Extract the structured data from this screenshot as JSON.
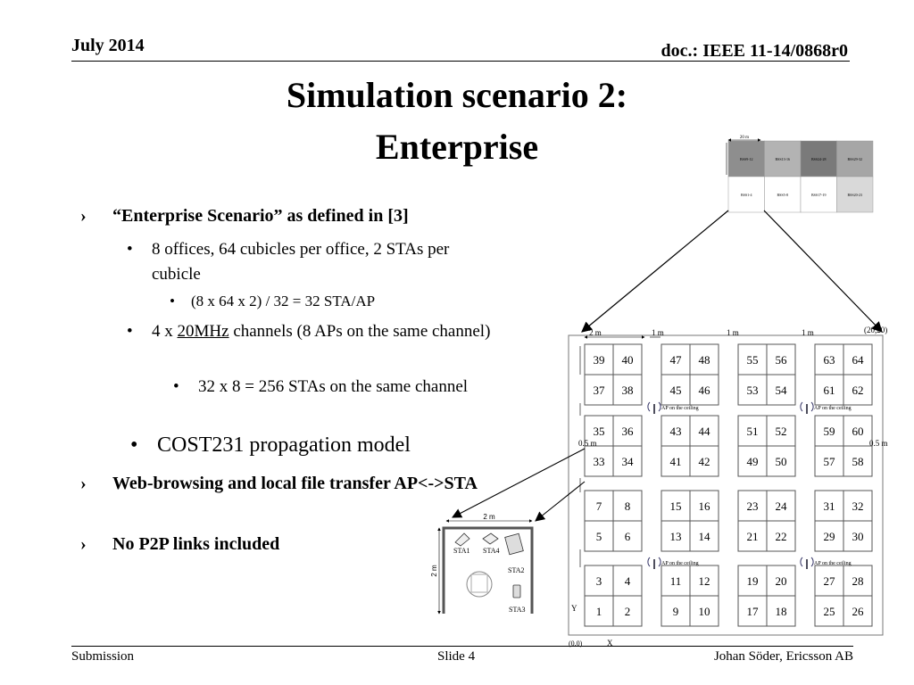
{
  "header": {
    "date": "July 2014",
    "doc": "doc.: IEEE 11-14/0868r0"
  },
  "title": {
    "line1": "Simulation scenario 2:",
    "line2": "Enterprise"
  },
  "bullets": {
    "b1": "“Enterprise Scenario” as defined in [3]",
    "b1_1": "8 offices, 64 cubicles per office, 2 STAs per cubicle",
    "b1_1_1": "(8 x 64 x 2) / 32 = 32 STA/AP",
    "b1_2_pre": "4 x ",
    "b1_2_u": "20MHz",
    "b1_2_post": " channels (8 APs on the same channel)",
    "b1_2_1": "32 x 8 = 256 STAs on the same channel",
    "b1_3": "COST231 propagation model",
    "b2": "Web-browsing and local file transfer AP<->STA",
    "b3": "No P2P links included"
  },
  "footer": {
    "left": "Submission",
    "center": "Slide 4",
    "right": "Johan Söder, Ericsson AB"
  },
  "building": {
    "dim": "20 m",
    "top_row": [
      "BSS9-12",
      "BSS13-16",
      "BSS24-28",
      "BSS29-32"
    ],
    "bottom_row": [
      "BSS1-4",
      "BSS5-8",
      "BSS17-19",
      "BSS20-23"
    ],
    "top_colors": [
      "#8e8e8e",
      "#b3b3b3",
      "#7a7a7a",
      "#a6a6a6"
    ],
    "bottom_colors": [
      "#ffffff",
      "#ffffff",
      "#ffffff",
      "#d9d9d9"
    ]
  },
  "office": {
    "blocks": [
      [
        [
          "39",
          "40",
          "37",
          "38"
        ],
        [
          "47",
          "48",
          "45",
          "46"
        ],
        [
          "55",
          "56",
          "53",
          "54"
        ],
        [
          "63",
          "64",
          "61",
          "62"
        ]
      ],
      [
        [
          "35",
          "36",
          "33",
          "34"
        ],
        [
          "43",
          "44",
          "41",
          "42"
        ],
        [
          "51",
          "52",
          "49",
          "50"
        ],
        [
          "59",
          "60",
          "57",
          "58"
        ]
      ],
      [
        [
          "7",
          "8",
          "5",
          "6"
        ],
        [
          "15",
          "16",
          "13",
          "14"
        ],
        [
          "23",
          "24",
          "21",
          "22"
        ],
        [
          "31",
          "32",
          "29",
          "30"
        ]
      ],
      [
        [
          "3",
          "4",
          "1",
          "2"
        ],
        [
          "11",
          "12",
          "9",
          "10"
        ],
        [
          "19",
          "20",
          "17",
          "18"
        ],
        [
          "27",
          "28",
          "25",
          "26"
        ]
      ]
    ],
    "ap_label": "AP on the ceiling",
    "dims": {
      "two": "2 m",
      "one": "1 m",
      "half": "0.5 m",
      "origin": "(0,0)",
      "corner": "(20,20)",
      "x": "X",
      "y": "Y"
    }
  },
  "cubicle": {
    "dim": "2 m",
    "stations": [
      "STA1",
      "STA4",
      "STA2",
      "STA3"
    ]
  }
}
